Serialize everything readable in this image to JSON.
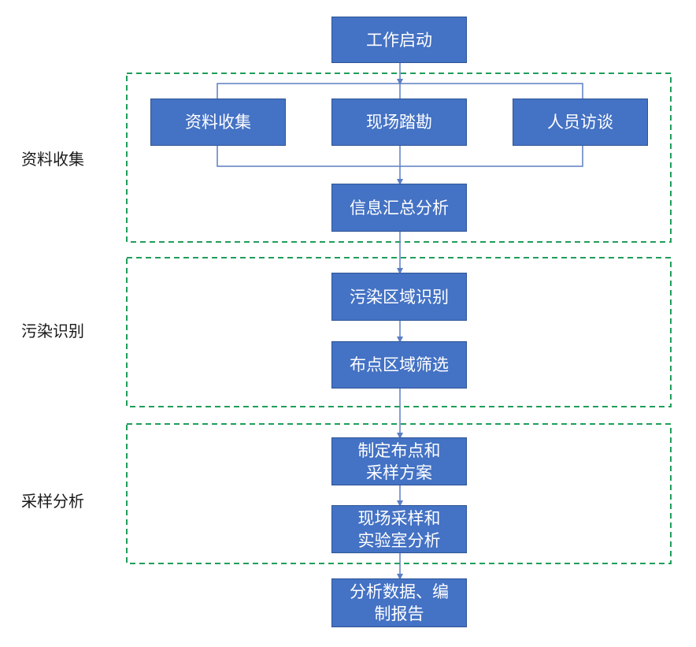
{
  "nodes": {
    "start": "工作启动",
    "collect": "资料收集",
    "survey": "现场踏勘",
    "interview": "人员访谈",
    "summary": "信息汇总分析",
    "identify": "污染区域识别",
    "screen": "布点区域筛选",
    "plan": {
      "line1": "制定布点和",
      "line2": "采样方案"
    },
    "sampling": {
      "line1": "现场采样和",
      "line2": "实验室分析"
    },
    "report": {
      "line1": "分析数据、编",
      "line2": "制报告"
    }
  },
  "sections": {
    "collection": "资料收集",
    "identification": "污染识别",
    "analysis": "采样分析"
  },
  "colors": {
    "box_fill": "#4472c4",
    "box_border": "#2f5597",
    "connector": "#5b7fc4",
    "group_border": "#1f9e5a"
  }
}
